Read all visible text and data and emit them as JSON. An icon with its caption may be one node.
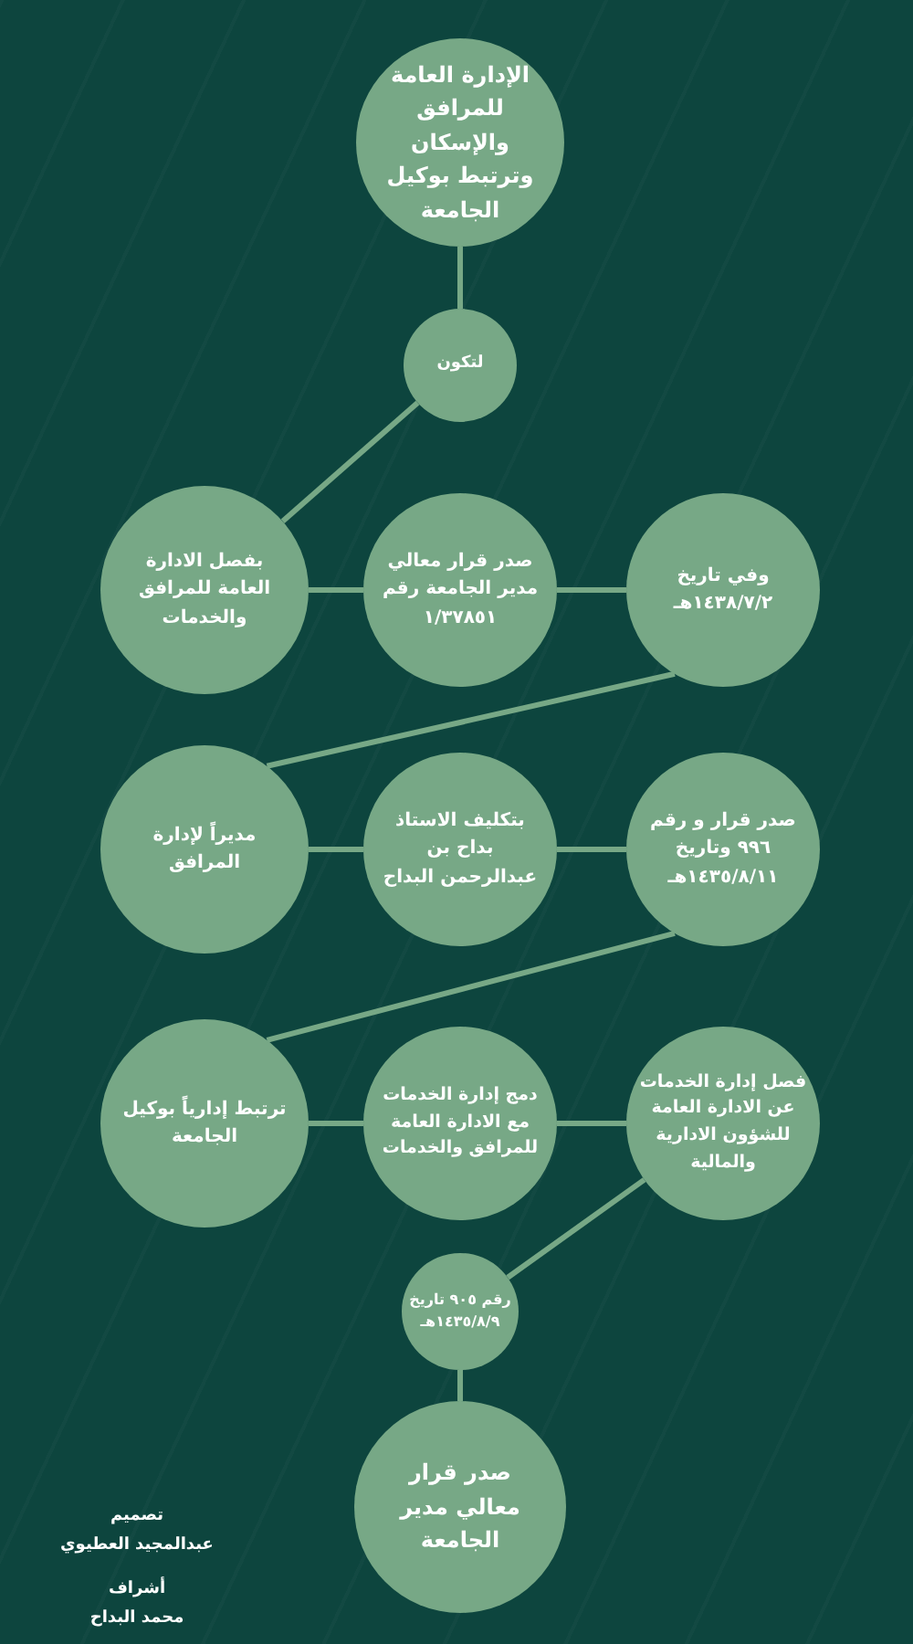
{
  "diagram": {
    "nodes": [
      {
        "text": [
          "الإدارة العامة للمرافق والإسكان وترتبط بوكيل الجامعة"
        ]
      },
      {
        "text": [
          "لتكون"
        ]
      },
      {
        "text": [
          "بفصل الادارة العامة للمرافق والخدمات"
        ]
      },
      {
        "text": [
          "صدر قرار معالي مدير الجامعة رقم ١/٣٧٨٥١"
        ]
      },
      {
        "text": [
          "وفي تاريخ ١٤٣٨/٧/٢هـ"
        ]
      },
      {
        "text": [
          "مديراً لإدارة المرافق"
        ]
      },
      {
        "text": [
          "بتكليف الاستاذ بداح بن عبدالرحمن البداح"
        ]
      },
      {
        "text": [
          "صدر قرار و رقم ٩٩٦ وتاريخ ١٤٣٥/٨/١١هـ"
        ]
      },
      {
        "text": [
          "ترتبط إدارياً بوكيل الجامعة"
        ]
      },
      {
        "text": [
          "دمج إدارة الخدمات مع الادارة العامة للمرافق والخدمات"
        ]
      },
      {
        "text": [
          "فصل إدارة الخدمات عن الادارة العامة للشؤون الادارية والمالية"
        ]
      },
      {
        "text": [
          "رقم ٩٠٥ تاريخ ١٤٣٥/٨/٩هـ"
        ]
      },
      {
        "text": [
          "صدر قرار معالي مدير الجامعة"
        ]
      }
    ],
    "edges": [
      {
        "from": 0,
        "to": 1,
        "arrow": "none"
      },
      {
        "from": 1,
        "to": 2,
        "arrow": "none"
      },
      {
        "from": 2,
        "to": 3,
        "arrow": "none"
      },
      {
        "from": 3,
        "to": 4,
        "arrow": "none"
      },
      {
        "from": 4,
        "to": 5,
        "arrow": "none"
      },
      {
        "from": 5,
        "to": 6,
        "arrow": "none"
      },
      {
        "from": 6,
        "to": 7,
        "arrow": "none"
      },
      {
        "from": 7,
        "to": 8,
        "arrow": "none"
      },
      {
        "from": 8,
        "to": 9,
        "arrow": "none"
      },
      {
        "from": 9,
        "to": 10,
        "arrow": "none"
      },
      {
        "from": 10,
        "to": 11,
        "arrow": "none"
      },
      {
        "from": 11,
        "to": 12,
        "arrow": "none"
      }
    ],
    "labels": [
      "تصميم",
      "عبدالمجيد العطيوي",
      "أشراف",
      "محمد البداح"
    ]
  }
}
